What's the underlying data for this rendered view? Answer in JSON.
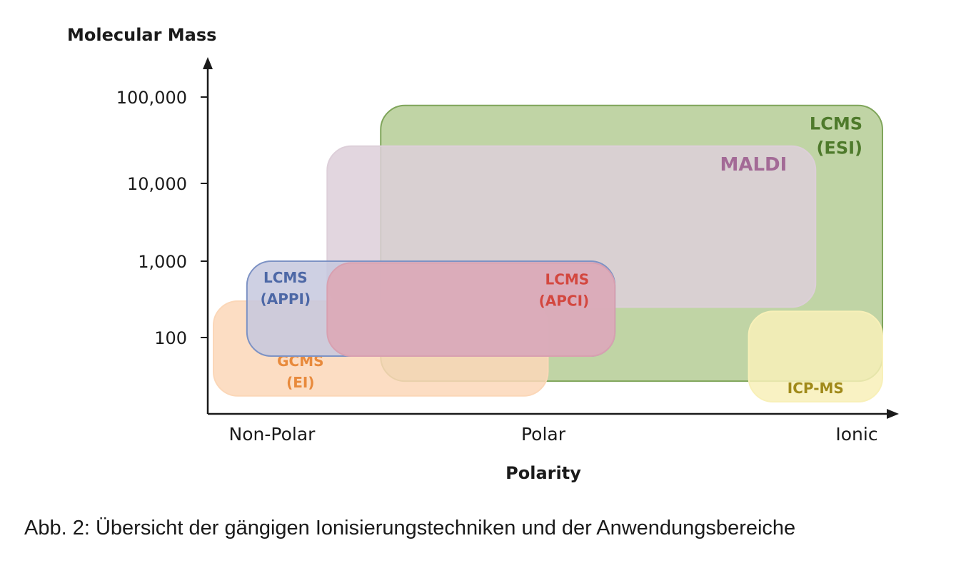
{
  "chart_data": {
    "type": "area",
    "title": "",
    "xlabel": "Polarity",
    "ylabel": "Molecular Mass",
    "x_categories": [
      "Non-Polar",
      "Polar",
      "Ionic"
    ],
    "y_scale": "log",
    "y_ticks": [
      {
        "value": 100,
        "label": "100"
      },
      {
        "value": 1000,
        "label": "1,000"
      },
      {
        "value": 10000,
        "label": "10,000"
      },
      {
        "value": 100000,
        "label": "100,000"
      }
    ],
    "regions": [
      {
        "name": "LCMS (ESI)",
        "label_lines": [
          "LCMS",
          "(ESI)"
        ],
        "fill": "#b9cf9b",
        "stroke": "#7fa55a",
        "text_color": "#4e7a2b",
        "x_range": [
          0.25,
          1.0
        ],
        "y_range": [
          30,
          80000
        ]
      },
      {
        "name": "MALDI",
        "label_lines": [
          "MALDI"
        ],
        "fill": "#ddcfd9",
        "stroke": "#ddcfd9",
        "text_color": "#a36a96",
        "x_range": [
          0.17,
          0.9
        ],
        "y_range": [
          250,
          27000
        ]
      },
      {
        "name": "GCMS (EI)",
        "label_lines": [
          "GCMS",
          "(EI)"
        ],
        "fill": "#fbd7b8",
        "stroke": "#fbd7b8",
        "text_color": "#e88a3c",
        "x_range": [
          0.0,
          0.5
        ],
        "y_range": [
          20,
          300
        ]
      },
      {
        "name": "ICP-MS",
        "label_lines": [
          "ICP-MS"
        ],
        "fill": "#f8f0b8",
        "stroke": "#f8f0b8",
        "text_color": "#a08a1a",
        "x_range": [
          0.8,
          1.0
        ],
        "y_range": [
          17,
          220
        ]
      },
      {
        "name": "LCMS (APPI)",
        "label_lines": [
          "LCMS",
          "(APPI)"
        ],
        "fill": "#c6c8de",
        "stroke": "#7d92c4",
        "text_color": "#4d68a6",
        "x_range": [
          0.05,
          0.6
        ],
        "y_range": [
          60,
          1000
        ]
      },
      {
        "name": "LCMS (APCI)",
        "label_lines": [
          "LCMS",
          "(APCI)"
        ],
        "fill": "#dda7b5",
        "stroke": "#d8a0b0",
        "text_color": "#d3473f",
        "x_range": [
          0.17,
          0.6
        ],
        "y_range": [
          60,
          950
        ]
      }
    ],
    "grid": false,
    "legend": "none"
  },
  "caption": "Abb. 2: Übersicht der gängigen Ionisierungstechniken und der Anwendungsbereiche"
}
